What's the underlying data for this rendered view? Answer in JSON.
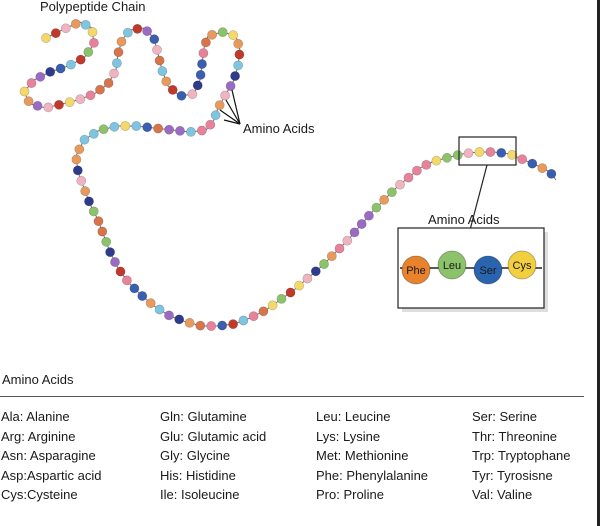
{
  "diagram": {
    "title": "Polypeptide Chain",
    "chain_label": "Amino Acids",
    "inset_title": "Amino Acids",
    "inset_residues": [
      "Phe",
      "Leu",
      "Ser",
      "Cys"
    ]
  },
  "colors": {
    "palette": [
      "#e8829a",
      "#f0b4c0",
      "#e89a5c",
      "#3a5fb0",
      "#7fc4e0",
      "#f4d86a",
      "#c0392b",
      "#9b6bc4",
      "#2e3a8c",
      "#8cc26a",
      "#d8744a"
    ],
    "phe": "#e8822c",
    "leu": "#8cc26a",
    "ser": "#2a64ae",
    "cys": "#f2cf3e"
  },
  "legend": {
    "title": "Amino Acids",
    "columns": [
      [
        "Ala: Alanine",
        "Arg: Arginine",
        "Asn: Asparagine",
        "Asp:Aspartic acid",
        "Cys:Cysteine"
      ],
      [
        "Gln: Glutamine",
        "Glu: Glutamic acid",
        "Gly: Glycine",
        "His: Histidine",
        "Ile: Isoleucine"
      ],
      [
        "Leu: Leucine",
        "Lys: Lysine",
        "Met: Methionine",
        "Phe: Phenylalanine",
        "Pro: Proline"
      ],
      [
        "Ser: Serine",
        "Thr: Threonine",
        "Trp: Tryptophane",
        "Tyr: Tyrosisne",
        "Val: Valine"
      ]
    ]
  }
}
